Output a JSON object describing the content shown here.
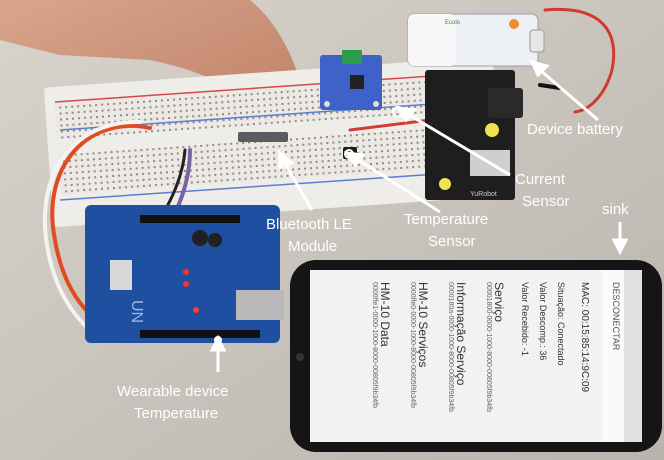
{
  "annotations": {
    "device_battery": "Device battery",
    "current_sensor_line1": "Current",
    "current_sensor_line2": "Sensor",
    "temperature_sensor_line1": "Temperature",
    "temperature_sensor_line2": "Sensor",
    "bluetooth_line1": "Bluetooth LE",
    "bluetooth_line2": "Module",
    "sink": "sink",
    "wearable_line1": "Wearable device",
    "wearable_line2": "Temperature"
  },
  "battery": {
    "brand": "Ecolo"
  },
  "arduino": {
    "logo": "UN"
  },
  "power_module": {
    "logo": "YuRobot"
  },
  "phone": {
    "header_line": "MAC: 00:15:85:14:9C:09",
    "status_lines": [
      "Situação: Conectado",
      "Valor Descomp.: 36",
      "Valor Recebido: -1"
    ],
    "service_label": "Serviço",
    "service_uuid": "00001800-0000-1000-8000-00805f9b34fb",
    "info_service_label": "Informação Serviço",
    "info_service_uuid": "0000180a-0000-1000-8000-00805f9b34fb",
    "hm10_services_label": "HM-10 Serviços",
    "hm10_services_uuid": "0000ffe0-0000-1000-8000-00805f9b34fb",
    "hm10_data_label": "HM-10 Data",
    "hm10_data_uuid": "0000ffe1-0000-1000-8000-00805f9b34fb",
    "top_right_text": "DESCONECTAR"
  }
}
